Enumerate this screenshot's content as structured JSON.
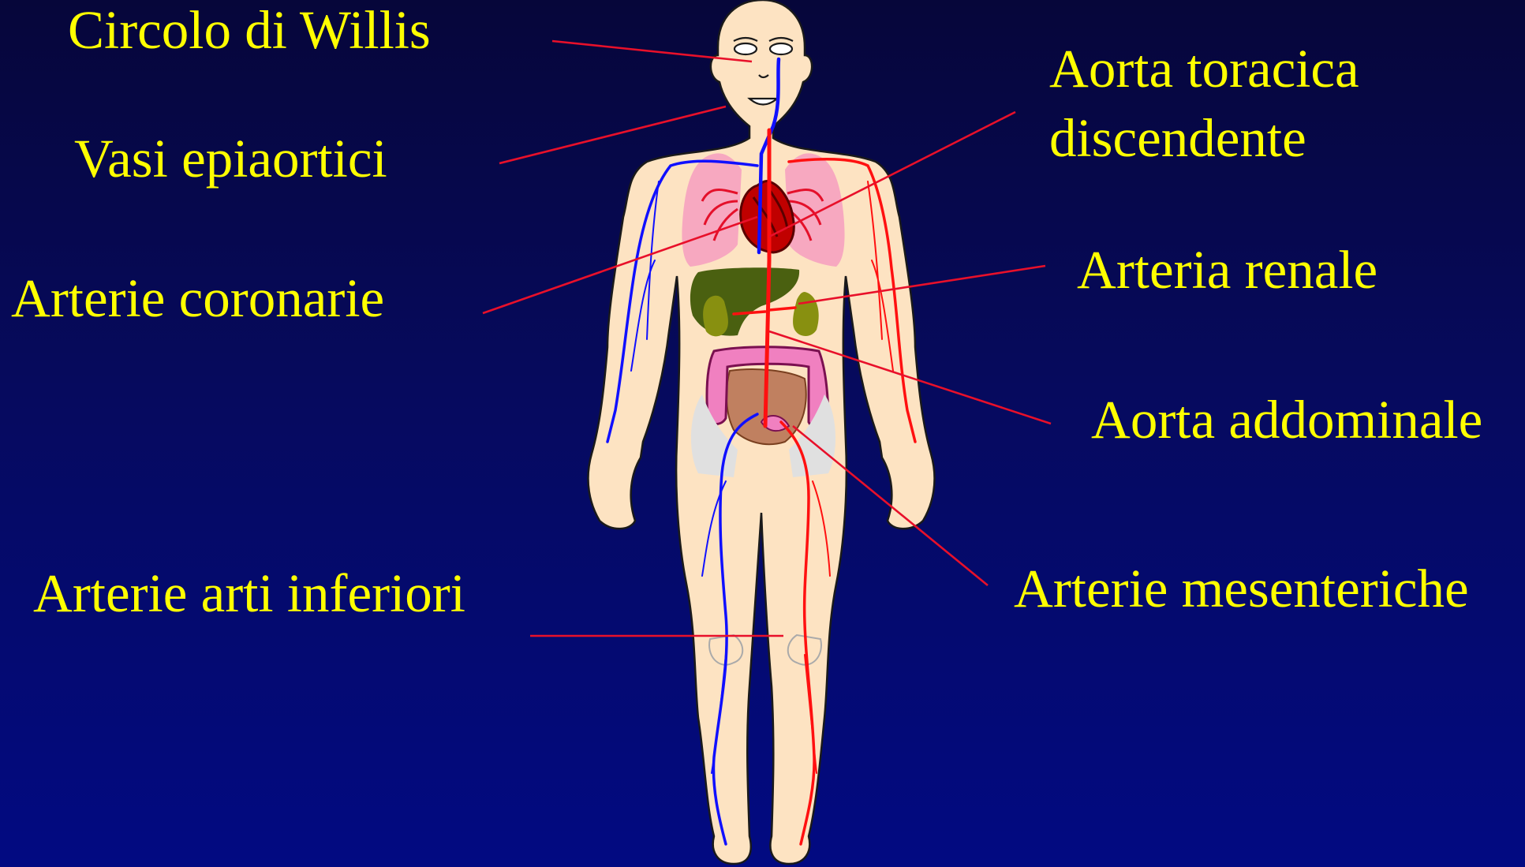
{
  "slide": {
    "background_top": "#06063a",
    "background_bottom": "#020a82",
    "label_color": "#ffff00",
    "leader_color": "#e8102a",
    "artery_color": "#ff1010",
    "vein_color": "#1010ff"
  },
  "labels": {
    "circolo_di_willis": "Circolo di Willis",
    "vasi_epiaortici": "Vasi epiaortici",
    "arterie_coronarie": "Arterie coronarie",
    "arterie_arti_inferiori": "Arterie arti inferiori",
    "aorta_toracica_line1": "Aorta toracica",
    "aorta_toracica_line2": "discendente",
    "arteria_renale": "Arteria renale",
    "aorta_addominale": "Aorta addominale",
    "arterie_mesenteriche": "Arterie mesenteriche"
  },
  "figure": {
    "icon": "human-body-circulatory-system-illustration"
  }
}
